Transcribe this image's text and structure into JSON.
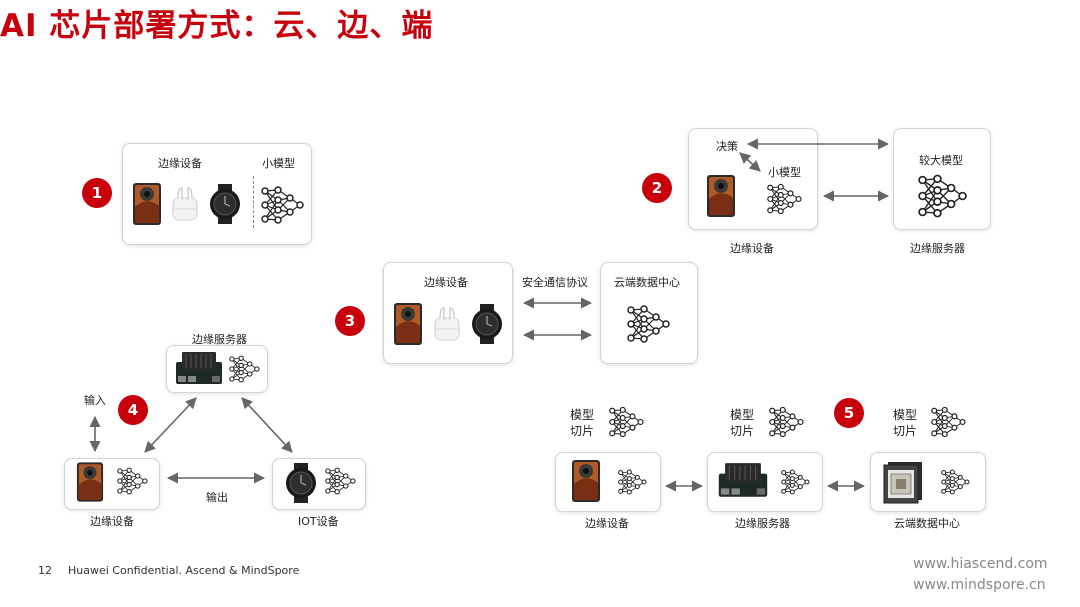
{
  "title": "AI 芯片部署方式：云、边、端",
  "colors": {
    "accent": "#c7000b",
    "arrow": "#666666",
    "box_border": "#d4d4d4"
  },
  "badges": [
    "1",
    "2",
    "3",
    "4",
    "5"
  ],
  "s1": {
    "edge_device": "边缘设备",
    "small_model": "小模型"
  },
  "s2": {
    "decision": "决策",
    "small_model": "小模型",
    "larger_model": "较大模型",
    "edge_device": "边缘设备",
    "edge_server": "边缘服务器"
  },
  "s3": {
    "edge_device": "边缘设备",
    "protocol": "安全通信协议",
    "cloud_dc": "云端数据中心"
  },
  "s4": {
    "edge_server": "边缘服务器",
    "input": "输入",
    "output": "输出",
    "edge_device": "边缘设备",
    "iot_device": "IOT设备"
  },
  "s5": {
    "model_slice": "模型\n切片",
    "edge_device": "边缘设备",
    "edge_server": "边缘服务器",
    "cloud_dc": "云端数据中心"
  },
  "footer": {
    "page": "12",
    "confidential": "Huawei Confidential. Ascend & MindSpore"
  },
  "links": [
    "www.hiascend.com",
    "www.mindspore.cn"
  ]
}
